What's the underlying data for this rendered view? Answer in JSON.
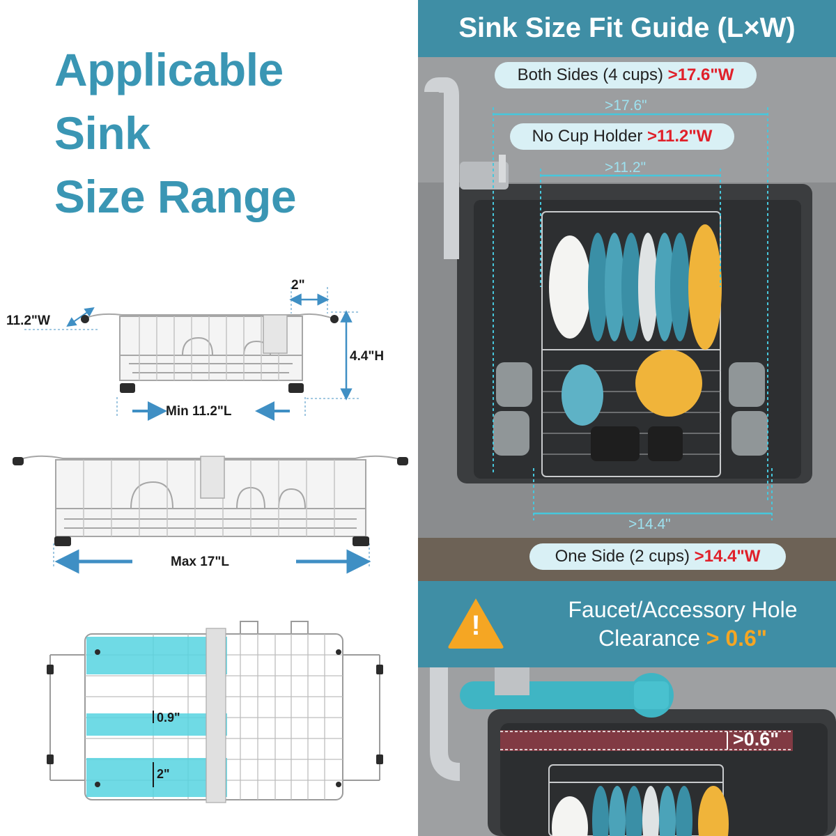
{
  "headline": {
    "line1": "Applicable",
    "line2": "Sink",
    "line3": "Size Range"
  },
  "rack_dimensions": {
    "min_width": "11.2\"W",
    "cup_holder_gap": "2\"",
    "height": "4.4\"H",
    "min_length": "Min 11.2\"L",
    "max_length": "Max 17\"L",
    "slot_gap": "0.9\"",
    "slot_width": "2\""
  },
  "fit_guide": {
    "title": "Sink Size Fit Guide (L×W)",
    "both_sides_label": "Both Sides (4 cups) ",
    "both_sides_value": ">17.6\"W",
    "both_sides_measure": ">17.6\"",
    "no_cup_label": "No Cup Holder ",
    "no_cup_value": ">11.2\"W",
    "no_cup_measure": ">11.2\"",
    "one_side_measure": ">14.4\"",
    "one_side_label": "One Side (2 cups) ",
    "one_side_value": ">14.4\"W"
  },
  "clearance": {
    "line1": "Faucet/Accessory Hole",
    "line2_prefix": "Clearance ",
    "line2_value": "> 0.6\"",
    "measure": ">0.6\"",
    "warning_symbol": "!"
  },
  "colors": {
    "headline": "#3a96b4",
    "band": "#3f8ea5",
    "pill": "#d9f0f5",
    "highlight_red": "#e0202a",
    "highlight_orange": "#f5a623",
    "measure_cyan": "#47c7dc",
    "slot_cyan": "#56d4e0"
  },
  "icons": {
    "warning": "warning-triangle-icon",
    "arrows": "double-arrow-icon"
  }
}
